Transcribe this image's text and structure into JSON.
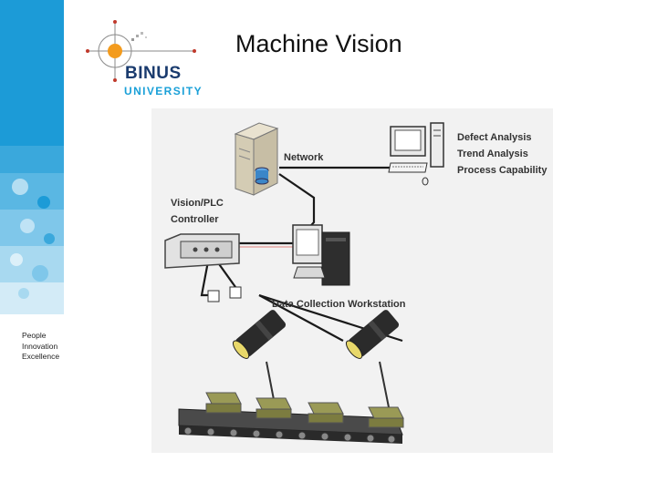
{
  "slide": {
    "title": "Machine Vision"
  },
  "logo": {
    "name": "BINUS",
    "subtitle": "UNIVERSITY"
  },
  "tagline": [
    "People",
    "Innovation",
    "Excellence"
  ],
  "diagram": {
    "labels": {
      "network": "Network",
      "controller_line1": "Vision/PLC",
      "controller_line2": "Controller",
      "workstation": "Data Collection Workstation",
      "analysis": [
        "Defect Analysis",
        "Trend Analysis",
        "Process Capability"
      ]
    }
  }
}
